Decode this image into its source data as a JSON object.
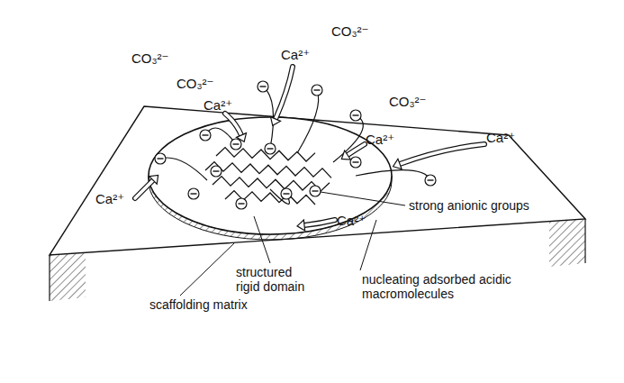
{
  "diagram": {
    "labels": [
      "CO₃²⁻",
      "CO₃²⁻",
      "Ca²⁺",
      "CO₃²⁻",
      "Ca²⁺",
      "CO₃²⁻",
      "Ca²⁺",
      "Ca²⁺",
      "Ca²⁺",
      "Ca²⁺",
      "strong anionic groups",
      "structured rigid domain",
      "nucleating adsorbed acidic macromolecules",
      "scaffolding matrix"
    ]
  }
}
